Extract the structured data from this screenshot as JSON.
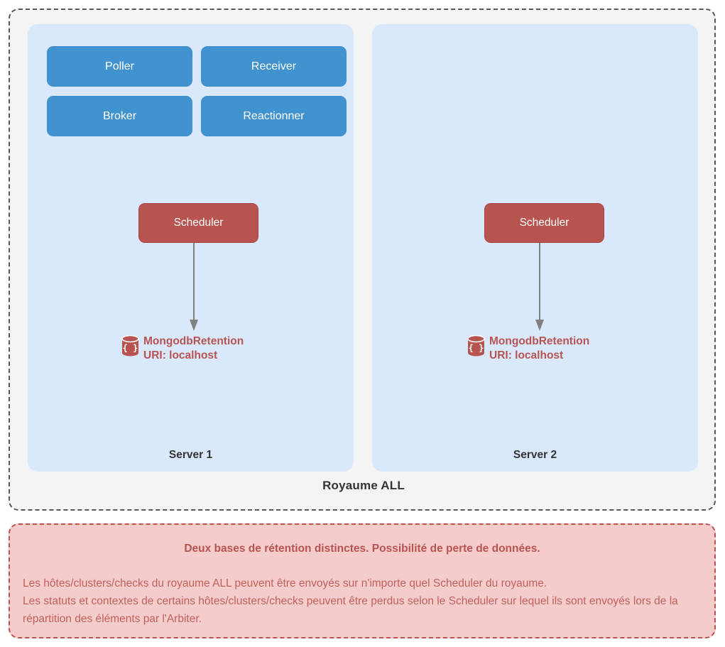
{
  "realm": {
    "label": "Royaume ALL",
    "servers": [
      {
        "label": "Server 1",
        "daemons": [
          "Poller",
          "Receiver",
          "Broker",
          "Reactionner"
        ],
        "scheduler": "Scheduler",
        "database": {
          "name": "MongodbRetention",
          "uri": "URI: localhost"
        }
      },
      {
        "label": "Server 2",
        "daemons": [],
        "scheduler": "Scheduler",
        "database": {
          "name": "MongodbRetention",
          "uri": "URI: localhost"
        }
      }
    ]
  },
  "note": {
    "title": "Deux bases de rétention distinctes. Possibilité de perte de données.",
    "lines": [
      "Les hôtes/clusters/checks du royaume ALL peuvent être envoyés sur n'importe quel Scheduler du royaume.",
      "Les statuts et contextes de certains hôtes/clusters/checks peuvent être perdus selon le Scheduler sur lequel ils sont envoyés lors de la répartition des éléments par l'Arbiter."
    ]
  },
  "colors": {
    "daemon_blue": "#4193cf",
    "panel_blue": "#dae8fc",
    "scheduler_red": "#b85450",
    "note_pink": "#f5cccc",
    "arrow_gray": "#808080",
    "realm_gray": "#f4f4f4"
  }
}
